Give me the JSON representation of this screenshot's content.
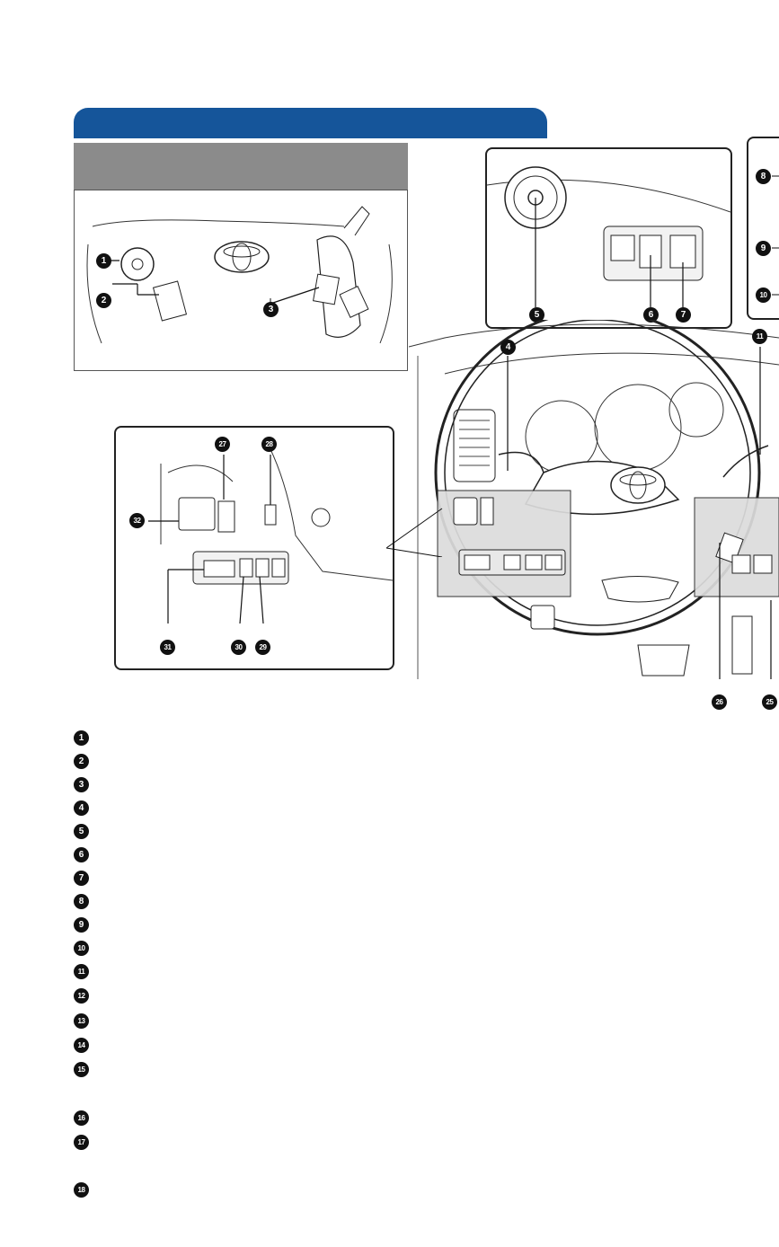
{
  "callouts": {
    "inset_steering": [
      "1",
      "2",
      "3"
    ],
    "ignition_panel": [
      "5",
      "6",
      "7"
    ],
    "right_panel": [
      "8",
      "9",
      "10"
    ],
    "dashboard": [
      "4",
      "11",
      "25",
      "26"
    ],
    "left_panel": [
      "27",
      "28",
      "29",
      "30",
      "31",
      "32"
    ]
  },
  "legend": [
    "1",
    "2",
    "3",
    "4",
    "5",
    "6",
    "7",
    "8",
    "9",
    "10",
    "11",
    "12",
    "13",
    "14",
    "15",
    "16",
    "17",
    "18"
  ],
  "colors": {
    "header_blue": "#15559a",
    "inset_gray": "#8b8b8b",
    "highlight_gray": "#dcdcdc"
  }
}
